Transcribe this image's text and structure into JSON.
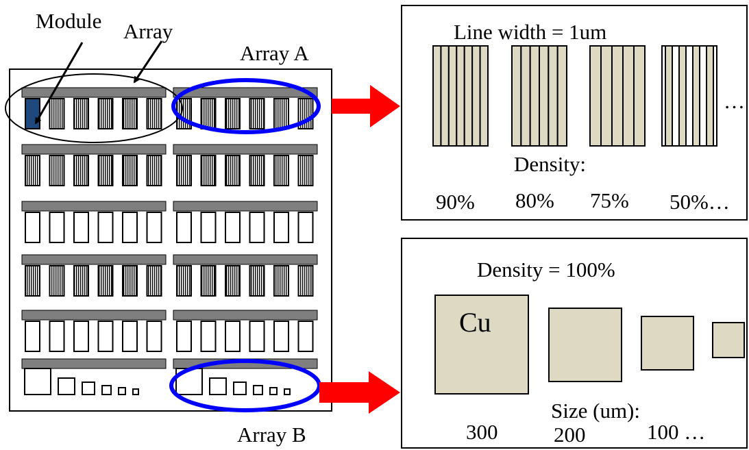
{
  "labels": {
    "module": "Module",
    "array": "Array",
    "array_a": "Array A",
    "array_b": "Array B"
  },
  "line_panel": {
    "title": "Line width = 1um",
    "density_label": "Density:",
    "densities": [
      "90%",
      "80%",
      "75%",
      "50%…"
    ],
    "ellipsis": "…"
  },
  "pad_panel": {
    "title": "Density = 100%",
    "pad_label": "Cu",
    "size_label": "Size (um):",
    "sizes": [
      "300",
      "200",
      "100 …"
    ]
  },
  "colors": {
    "bar": "#7f7f7f",
    "module_highlight": "#1f497d",
    "copper": "#ddd9c3",
    "arrow": "#ff0000",
    "array_ellipse": "#0000ff"
  }
}
